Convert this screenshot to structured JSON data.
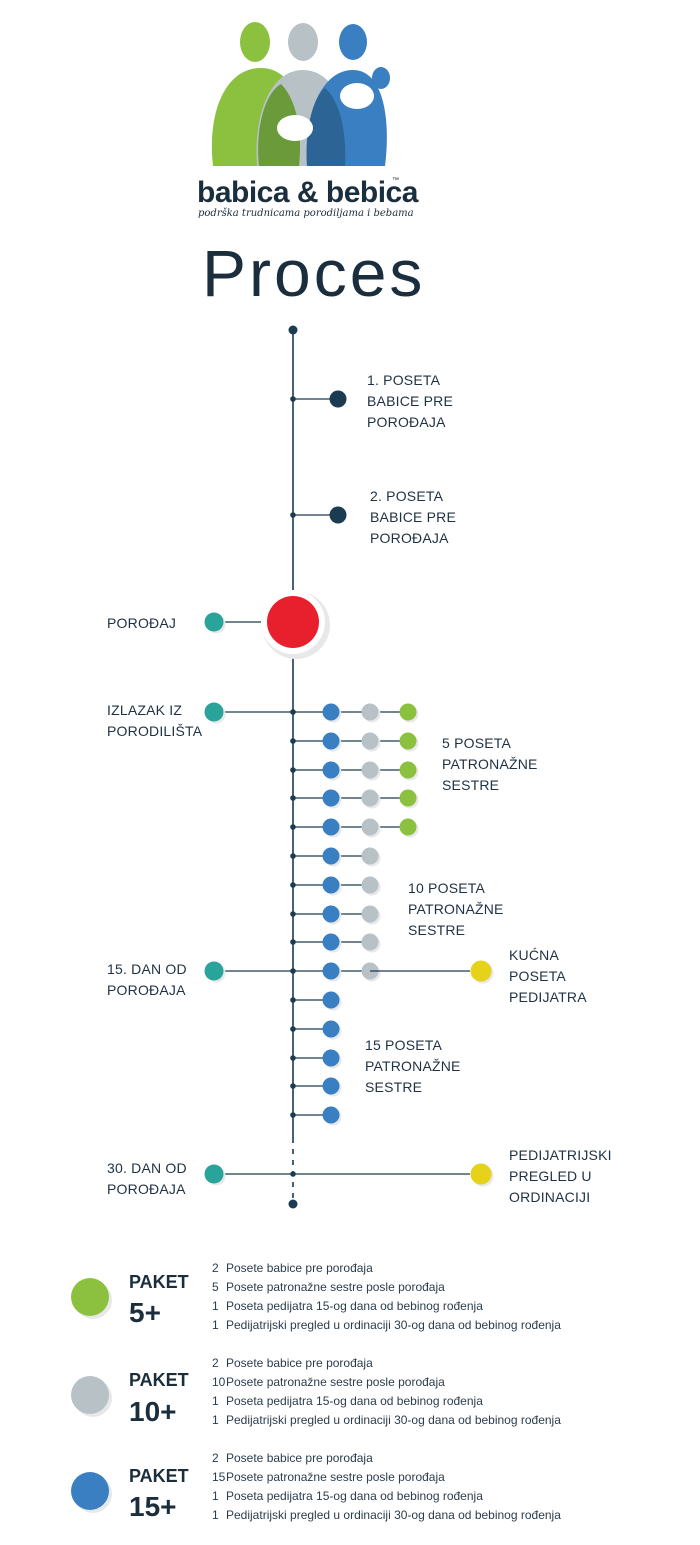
{
  "brand": {
    "name": "babica & bebica",
    "trademark": "™",
    "tagline": "podrška trudnicama porodiljama i bebama"
  },
  "title": "Proces",
  "colors": {
    "navy": "#1b3b52",
    "red": "#e8202e",
    "teal": "#2aa39a",
    "blue": "#3a7fc1",
    "grey": "#b7c1c6",
    "green": "#8bc13f",
    "yellow": "#e6d21a"
  },
  "timeline": {
    "visits_before": [
      {
        "label": "1. POSETA\nBABICE PRE\nPOROĐAJA"
      },
      {
        "label": "2. POSETA\nBABICE PRE\nPOROĐAJA"
      }
    ],
    "birth": {
      "label": "POROĐAJ"
    },
    "discharge": {
      "label": "IZLAZAK IZ\nPORODILIŠTA"
    },
    "day15": {
      "label": "15. DAN OD\nPOROĐAJA"
    },
    "day30": {
      "label": "30. DAN OD\nPOROĐAJA"
    },
    "home_visit": {
      "label": "KUĆNA\nPOSETA\nPEDIJATRA"
    },
    "clinic_exam": {
      "label": "PEDIJATRIJSKI\nPREGLED U\nORDINACIJI"
    },
    "group5": {
      "label": "5 POSETA\nPATRONAŽNE\nSESTRE",
      "visits": 5
    },
    "group10": {
      "label": "10 POSETA\nPATRONAŽNE\nSESTRE",
      "visits": 10
    },
    "group15": {
      "label": "15  POSETA\nPATRONAŽNE\nSESTRE",
      "visits": 15
    }
  },
  "packages": [
    {
      "name": "PAKET",
      "number": "5+",
      "color": "#8bc13f",
      "items": [
        {
          "n": "2",
          "text": "Posete babice pre porođaja"
        },
        {
          "n": "5",
          "text": "Posete patronažne sestre posle porođaja"
        },
        {
          "n": "1",
          "text": "Poseta pedijatra 15-og dana od bebinog rođenja"
        },
        {
          "n": "1",
          "text": "Pedijatrijski pregled u ordinaciji 30-og dana od bebinog rođenja"
        }
      ]
    },
    {
      "name": "PAKET",
      "number": "10+",
      "color": "#b7c1c6",
      "items": [
        {
          "n": "2",
          "text": "Posete babice pre porođaja"
        },
        {
          "n": "10",
          "text": "Posete patronažne sestre posle porođaja"
        },
        {
          "n": "1",
          "text": "Poseta pedijatra 15-og dana od bebinog rođenja"
        },
        {
          "n": "1",
          "text": "Pedijatrijski pregled u ordinaciji 30-og dana od bebinog rođenja"
        }
      ]
    },
    {
      "name": "PAKET",
      "number": "15+",
      "color": "#3a7fc1",
      "items": [
        {
          "n": "2",
          "text": "Posete babice pre porođaja"
        },
        {
          "n": "15",
          "text": "Posete patronažne sestre posle porođaja"
        },
        {
          "n": "1",
          "text": "Poseta pedijatra 15-og dana od bebinog rođenja"
        },
        {
          "n": "1",
          "text": "Pedijatrijski pregled u ordinaciji 30-og dana od bebinog rođenja"
        }
      ]
    }
  ]
}
